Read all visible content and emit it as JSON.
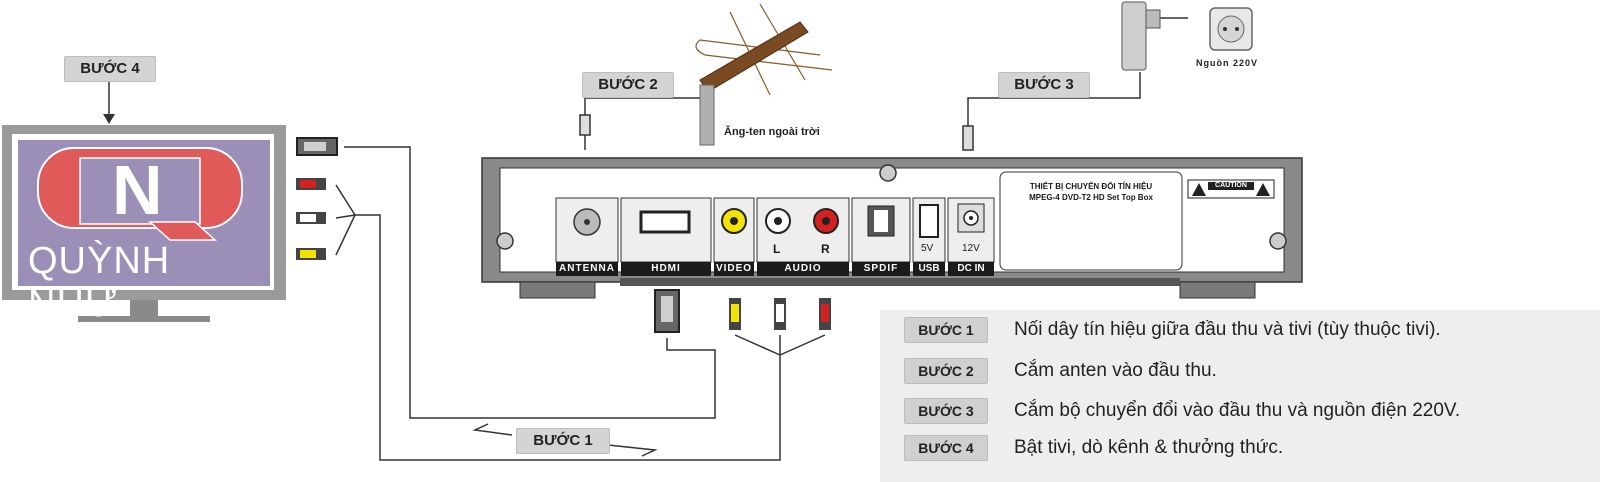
{
  "tv": {
    "logo_letter": "N",
    "logo_brand": "QUỲNH NHƯ",
    "step_label": "BƯỚC 4"
  },
  "antenna": {
    "step_label": "BƯỚC 2",
    "caption": "Ăng-ten ngoài trời"
  },
  "power": {
    "step_label": "BƯỚC 3",
    "caption": "Nguồn 220V"
  },
  "cable": {
    "step_label": "BƯỚC 1"
  },
  "stb": {
    "title_line1": "THIẾT BỊ CHUYỂN ĐỔI TÍN HIỆU",
    "title_line2": "MPEG-4 DVD-T2 HD Set Top Box",
    "caution": "CAUTION",
    "ports": [
      "ANTENNA",
      "HDMI",
      "VIDEO",
      "AUDIO",
      "SPDIF",
      "USB",
      "DC IN"
    ],
    "audio_left": "L",
    "audio_right": "R",
    "usb_voltage": "5V",
    "dc_voltage": "12V"
  },
  "steps": [
    {
      "label": "BƯỚC 1",
      "text": "Nối dây tín hiệu giữa đầu thu và tivi (tùy thuộc tivi)."
    },
    {
      "label": "BƯỚC 2",
      "text": "Cắm anten vào đầu thu."
    },
    {
      "label": "BƯỚC 3",
      "text": "Cắm bộ chuyển đổi vào đầu thu và nguồn điện 220V."
    },
    {
      "label": "BƯỚC 4",
      "text": "Bật tivi, dò kênh & thưởng thức."
    }
  ],
  "colors": {
    "video": "#f2e400",
    "audio_left": "#ffffff",
    "audio_right": "#d42020",
    "tv_frame": "#999999",
    "logo_bg": "#9b8fb8",
    "logo_red": "#e05a5a"
  }
}
